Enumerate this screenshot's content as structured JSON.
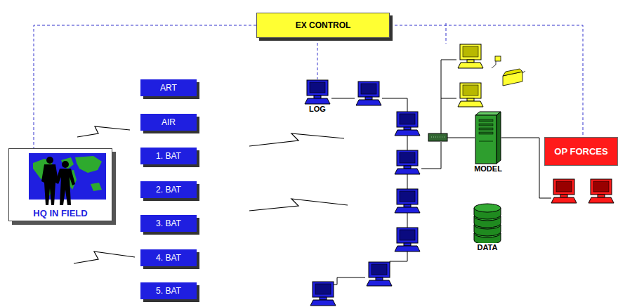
{
  "diagram": {
    "nodes": [
      {
        "text": [
          "EX CONTROL"
        ]
      },
      {
        "text": [
          "HQ IN FIELD"
        ]
      },
      {
        "text": [
          "ART"
        ]
      },
      {
        "text": [
          "AIR"
        ]
      },
      {
        "text": [
          "1. BAT"
        ]
      },
      {
        "text": [
          "2. BAT"
        ]
      },
      {
        "text": [
          "3. BAT"
        ]
      },
      {
        "text": [
          "4. BAT"
        ]
      },
      {
        "text": [
          "5. BAT"
        ]
      },
      {
        "text": [
          "LOG"
        ]
      },
      {
        "text": [
          "MODEL"
        ]
      },
      {
        "text": [
          "DATA"
        ]
      },
      {
        "text": [
          "OP FORCES"
        ]
      }
    ],
    "edges": [
      {
        "from": 0,
        "to": 1,
        "arrow": "none"
      },
      {
        "from": 0,
        "to": 9,
        "arrow": "none"
      },
      {
        "from": 0,
        "to": 12,
        "arrow": "none"
      }
    ]
  }
}
